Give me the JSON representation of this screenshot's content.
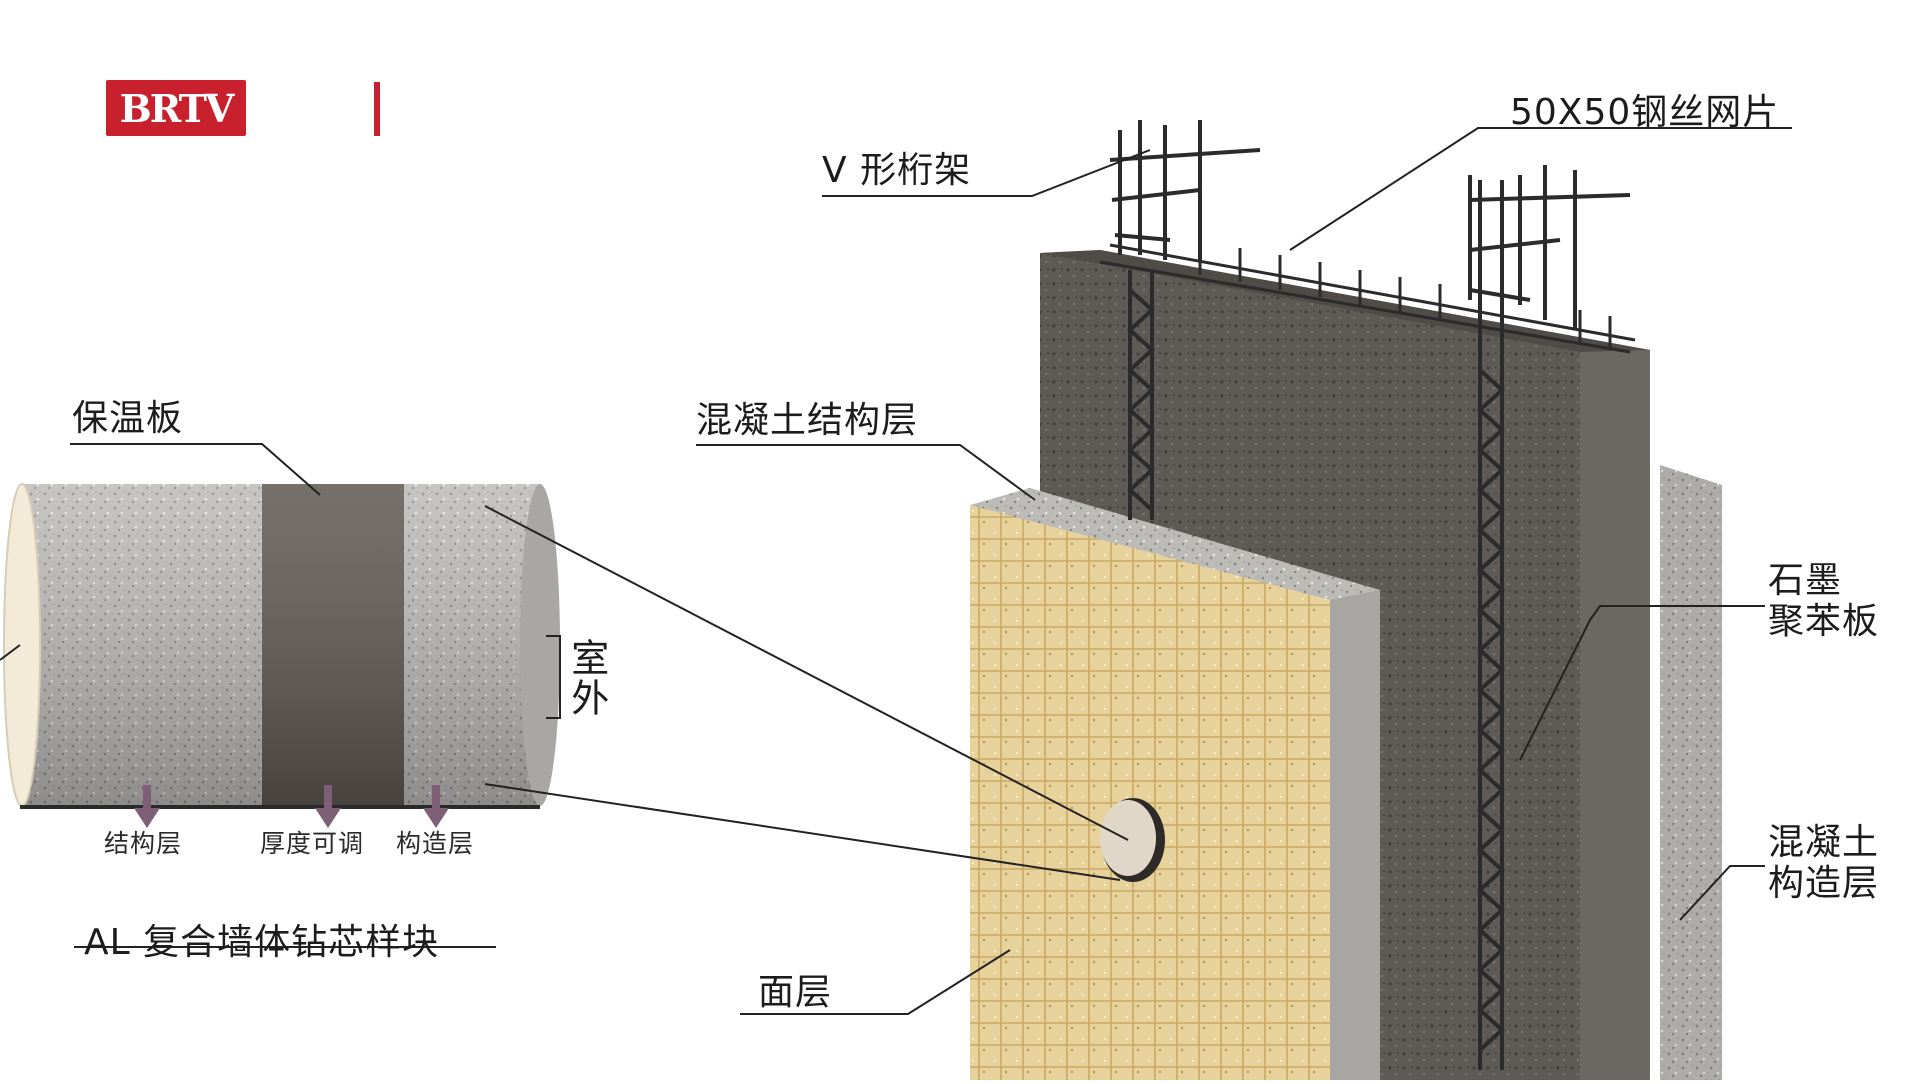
{
  "logo": {
    "text": "BRTV",
    "color": "#c8202c"
  },
  "labels": {
    "v_truss": "V 形桁架",
    "wire_mesh": "50X50钢丝网片",
    "insulation_board": "保温板",
    "concrete_structure_layer": "混凝土结构层",
    "outdoor": "室外",
    "structure_layer": "结构层",
    "thickness_adjustable": "厚度可调",
    "construction_layer": "构造层",
    "core_sample_title": "AL 复合墙体钻芯样块",
    "surface_layer": "面层",
    "graphite_eps": "石墨\n聚苯板",
    "concrete_construction_layer": "混凝土\n构造层"
  },
  "colors": {
    "insulation": "#5e5751",
    "concrete_light": "#b9b7b4",
    "concrete_dark": "#5d5955",
    "facing": "#e6cf98",
    "arrow": "#7d5f78",
    "leader": "#222222"
  }
}
